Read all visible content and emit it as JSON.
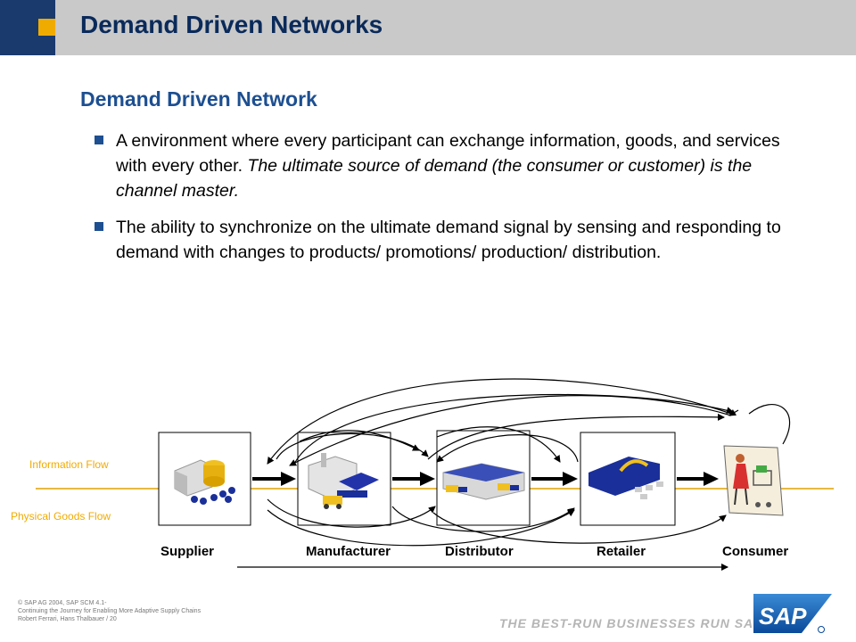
{
  "header": {
    "title": "Demand Driven Networks"
  },
  "content": {
    "subtitle": "Demand Driven Network",
    "bullet1_plain": "A environment where every participant can exchange information, goods, and services with every other.  ",
    "bullet1_italic": "The ultimate source of demand (the consumer or customer) is the channel master.",
    "bullet2": "The ability to synchronize on the ultimate demand signal by sensing and responding to demand with changes to products/ promotions/ production/ distribution."
  },
  "diagram": {
    "information_flow_label": "Information Flow",
    "physical_flow_label": "Physical Goods Flow",
    "nodes": [
      "Supplier",
      "Manufacturer",
      "Distributor",
      "Retailer",
      "Consumer"
    ],
    "accent_color": "#f0ab00"
  },
  "footer": {
    "copyright": "©  SAP AG 2004, SAP SCM 4.1-",
    "line2": "Continuing the Journey for Enabling More Adaptive Supply Chains",
    "line3": "Robert Ferrari, Hans Thalbauer / 20",
    "tagline": "THE BEST-RUN BUSINESSES RUN SAP",
    "logo": "SAP"
  }
}
